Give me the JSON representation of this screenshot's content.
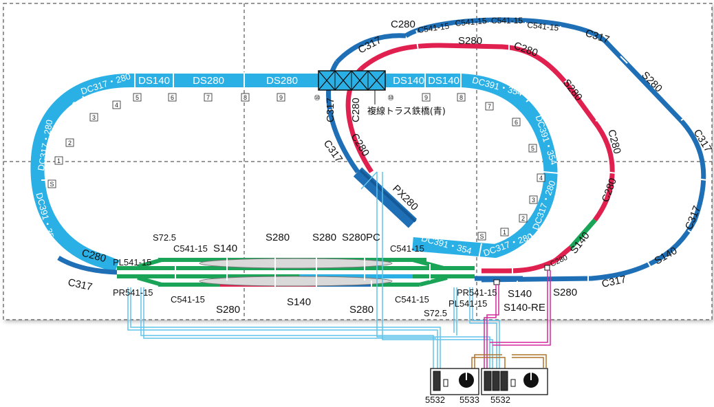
{
  "labels": {
    "ds140_left": "DS140",
    "ds280_a": "DS280",
    "ds280_b": "DS280",
    "ds140_r1": "DS140",
    "ds140_r2": "DS140",
    "dc317_280_top": "DC317・280",
    "ds140_top_left": "DS140",
    "dc317_280_left": "DC317・280",
    "dc391_354_left": "DC391・354",
    "dc391_354_top": "DC391・354",
    "dc391_354_right": "DC391・354",
    "dc317_280_right": "DC317・280",
    "dc317_280_bottom": "DC317・280",
    "dc391_354_bottom": "DC391・354",
    "truss_note": "複線トラス鉄橋(青)",
    "px280": "PX280",
    "c317_lower_left": "C317",
    "c280_lower_left": "C280",
    "pl541_15_left": "PL541-15",
    "pr541_15_left": "PR541-15",
    "s72_5_left": "S72.5",
    "c541_15_top_left": "C541-15",
    "c541_15_bottom_left": "C541-15",
    "s140_top": "S140",
    "s280_top_a": "S280",
    "s280_top_b": "S280",
    "s280pc": "S280PC",
    "c541_15_top_right": "C541-15",
    "c541_15_bottom_right": "C541-15",
    "s280_bottom_left": "S280",
    "s140_bottom": "S140",
    "s280_bottom_mid": "S280",
    "s72_5_right": "S72.5",
    "pr541_15_right": "PR541-15",
    "pl541_15_right": "PL541-15",
    "s140_re_a": "S140",
    "s140_re_b": "S140-RE",
    "s280_main": "S280",
    "c280_small": "C280",
    "s140_green": "S140",
    "c317_bottom_right": "C317",
    "s140_blue_right": "S140",
    "c317_right_a": "C317",
    "c317_right_b": "C317",
    "s280_right_diag": "S280",
    "c317_top_right": "C317",
    "c541_15_t1": "C541-15",
    "c541_15_t2": "C541-15",
    "c541_15_t3": "C541-15",
    "c541_15_t4": "C541-15",
    "c280_top": "C280",
    "c317_top_left": "C317",
    "s280_red_top": "S280",
    "c280_red_1": "C280",
    "s280_red_diag": "S280",
    "c280_red_2": "C280",
    "c280_red_3": "C280",
    "c317_mid_a": "C317",
    "c280_mid": "C280",
    "c317_mid_b": "C317",
    "c280_mid_b": "C280",
    "ctrl_5532_a": "5532",
    "ctrl_5533": "5533",
    "ctrl_5532_b": "5532"
  },
  "pier_markers": {
    "left_loop": [
      "S",
      "1",
      "2",
      "3",
      "4",
      "5",
      "6",
      "7",
      "8",
      "9",
      "⑩"
    ],
    "right_loop": [
      "⑩",
      "9",
      "8",
      "7",
      "6",
      "5",
      "4",
      "3",
      "2",
      "1",
      "S"
    ]
  },
  "colors": {
    "elevated_track": "#2bb0e6",
    "main_track": "#1e6fb5",
    "red_track": "#e0204e",
    "green_track": "#1aa457",
    "wire_blue": "#5ec3ea",
    "wire_magenta": "#d2279c",
    "wire_brown": "#b0742a",
    "grid_line": "#333333"
  }
}
